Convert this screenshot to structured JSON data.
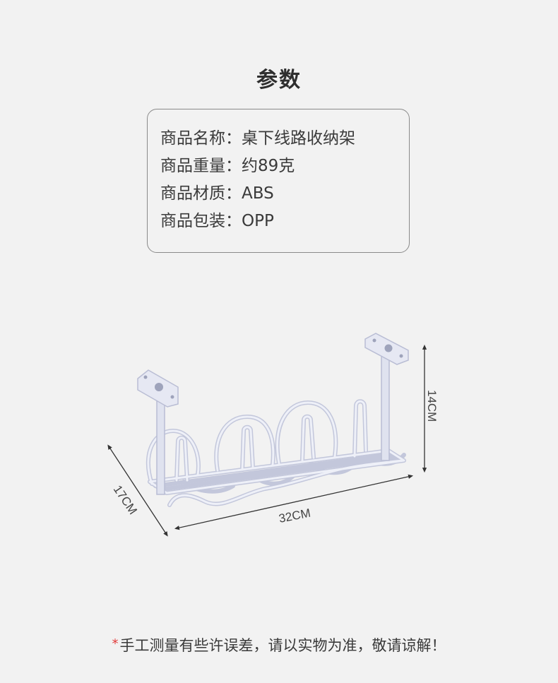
{
  "title": "参数",
  "specs": [
    {
      "label": "商品名称：",
      "value": "桌下线路收纳架"
    },
    {
      "label": "商品重量：",
      "value": "约89克"
    },
    {
      "label": "商品材质：",
      "value": "ABS"
    },
    {
      "label": "商品包装：",
      "value": "OPP"
    }
  ],
  "dimensions": {
    "width": "32CM",
    "depth": "17CM",
    "height": "14CM"
  },
  "footnote": {
    "star": "*",
    "text": "手工测量有些许误差，请以实物为准，敬请谅解！"
  },
  "colors": {
    "background": "#f2f2f2",
    "rack": "#e4e6f2",
    "rack_outline": "#b9bdd4",
    "star": "#e23b3b"
  }
}
